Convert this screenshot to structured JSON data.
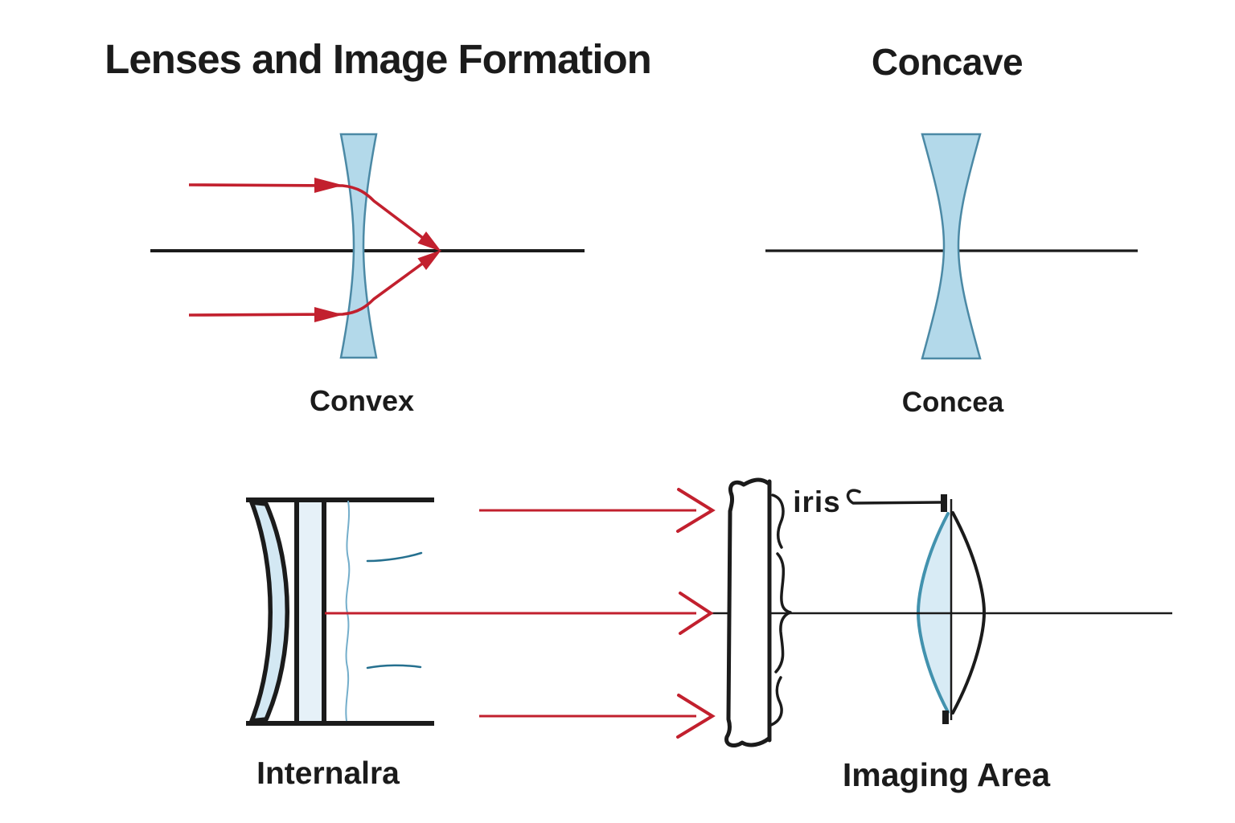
{
  "titles": {
    "main": "Lenses and Image Formation",
    "concave": "Concave"
  },
  "labels": {
    "convex": "Convex",
    "concea": "Concea",
    "internalra": "Internalra",
    "iris": "iris",
    "imaging_area": "Imaging Area"
  },
  "colors": {
    "bg": "#ffffff",
    "text": "#1b1b1b",
    "axis": "#1b1b1b",
    "red": "#c2202e",
    "lens_fill": "#b3d9ea",
    "lens_stroke": "#4b89a5",
    "slab": "#e6f1f8",
    "crescent": "#d3e8f3",
    "wavy": "#74aecb",
    "mark": "#25708f",
    "imglens_stroke": "#4292ae",
    "imglens_fill": "#d8ebf5"
  }
}
